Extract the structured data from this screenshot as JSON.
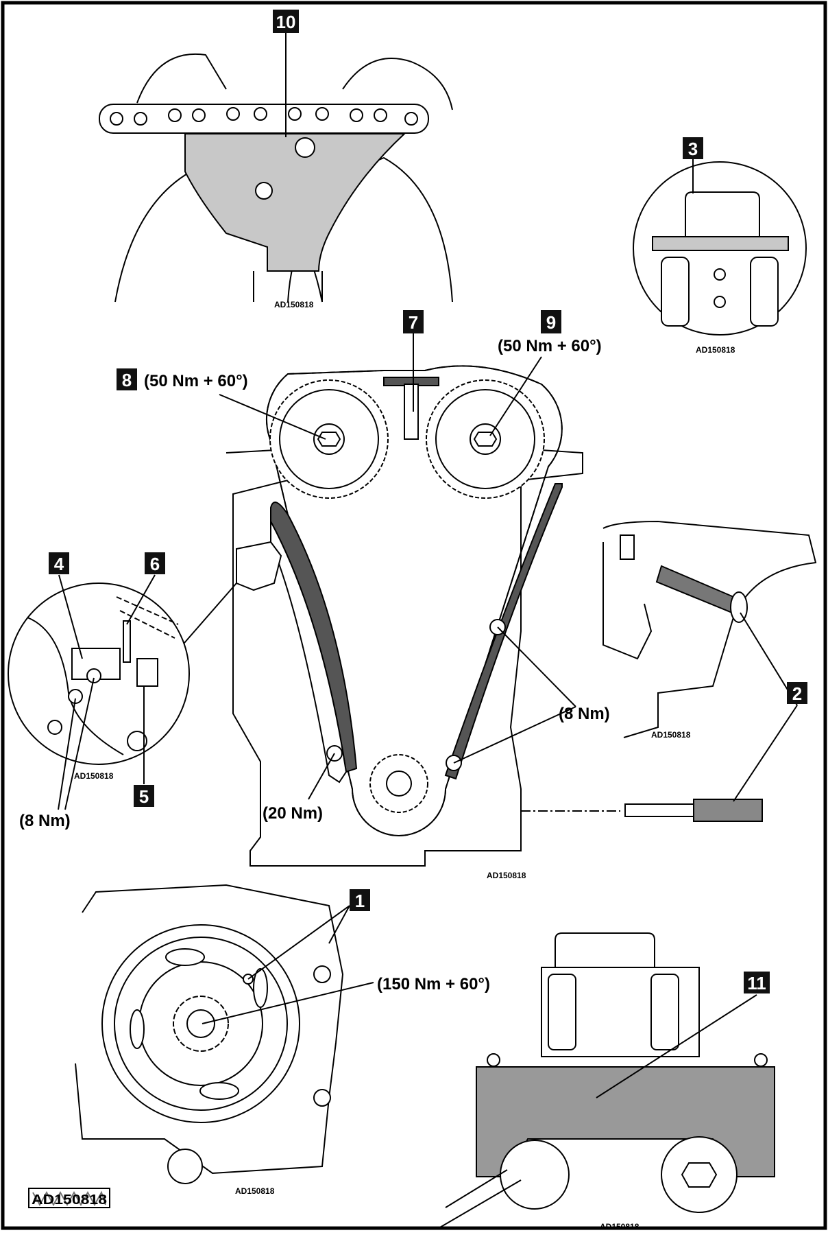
{
  "callouts": {
    "c1": "1",
    "c2": "2",
    "c3": "3",
    "c4": "4",
    "c5": "5",
    "c6": "6",
    "c7": "7",
    "c8": "8",
    "c9": "9",
    "c10": "10",
    "c11": "11"
  },
  "torques": {
    "bolt8": "(50 Nm + 60°)",
    "bolt9": "(50 Nm + 60°)",
    "tensioner": "(8 Nm)",
    "guide_right": "(8 Nm)",
    "guide_left": "(20 Nm)",
    "crank": "(150 Nm + 60°)"
  },
  "reference_code": "AD150818",
  "stamp_text": "AD150818",
  "colors": {
    "callout_bg": "#111111",
    "part_fill": "#c8c8c8",
    "chain_guide": "#555555"
  }
}
